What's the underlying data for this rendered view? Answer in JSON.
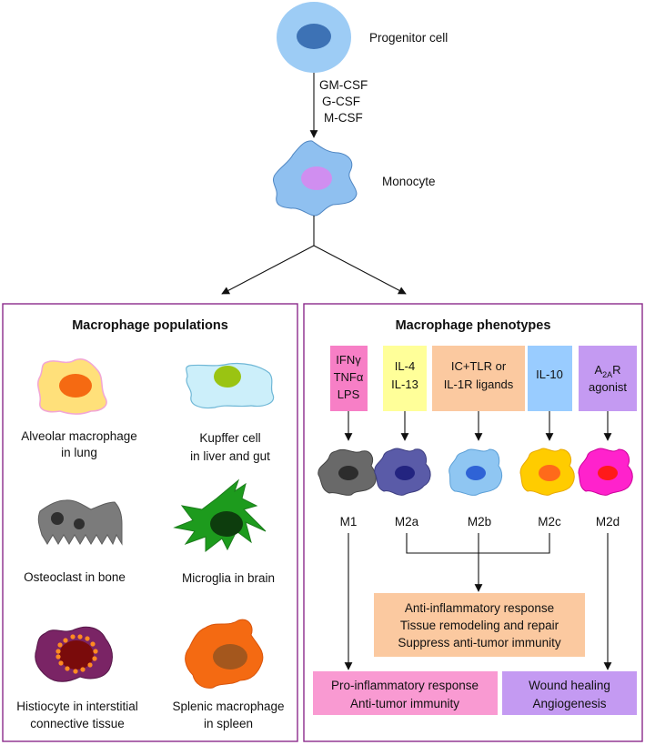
{
  "top": {
    "progenitor_label": "Progenitor cell",
    "factors": [
      "GM-CSF",
      "G-CSF",
      "M-CSF"
    ],
    "monocyte_label": "Monocyte"
  },
  "populations": {
    "title": "Macrophage populations",
    "items": [
      {
        "line1": "Alveolar macrophage",
        "line2": "in lung"
      },
      {
        "line1": "Kupffer cell",
        "line2": "in liver and gut"
      },
      {
        "line1": "Osteoclast in bone",
        "line2": ""
      },
      {
        "line1": "Microglia in brain",
        "line2": ""
      },
      {
        "line1": "Histiocyte in interstitial",
        "line2": "connective tissue"
      },
      {
        "line1": "Splenic macrophage",
        "line2": "in spleen"
      }
    ]
  },
  "phenotypes": {
    "title": "Macrophage phenotypes",
    "stimuli": [
      {
        "lines": [
          "IFNγ",
          "TNFα",
          "LPS"
        ],
        "color": "#f77fc6"
      },
      {
        "lines": [
          "IL-4",
          "IL-13"
        ],
        "color": "#ffff99"
      },
      {
        "lines": [
          "IC+TLR or",
          "IL-1R ligands"
        ],
        "color": "#fbc9a0"
      },
      {
        "lines": [
          "IL-10"
        ],
        "color": "#99ccff"
      },
      {
        "lines": [
          "A",
          "2A",
          "R",
          "agonist"
        ],
        "color": "#c49af2"
      }
    ],
    "types": [
      "M1",
      "M2a",
      "M2b",
      "M2c",
      "M2d"
    ],
    "m2_outcomes": {
      "lines": [
        "Anti-inflammatory response",
        "Tissue remodeling and repair",
        "Suppress anti-tumor immunity"
      ],
      "color": "#fbc9a0"
    },
    "m1_outcomes": {
      "lines": [
        "Pro-inflammatory response",
        "Anti-tumor immunity"
      ],
      "color": "#f99ad2"
    },
    "m2d_outcomes": {
      "lines": [
        "Wound healing",
        "Angiogenesis"
      ],
      "color": "#c49af2"
    }
  },
  "colors": {
    "panel_border": "#8b2a8b",
    "progenitor": "#9dccf5",
    "progenitor_nucleus": "#3d72b5",
    "monocyte": "#8fc0f0",
    "monocyte_nucleus": "#d08ef0"
  }
}
